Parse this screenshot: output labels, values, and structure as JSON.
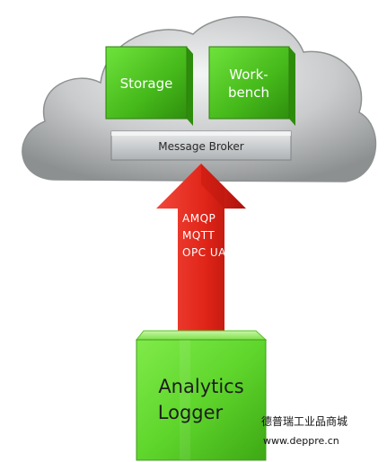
{
  "cloud": {
    "boxes": [
      {
        "id": "storage",
        "label": "Storage"
      },
      {
        "id": "workbench",
        "label_line1": "Work-",
        "label_line2": "bench"
      }
    ],
    "broker_label": "Message Broker"
  },
  "arrow": {
    "protocols": [
      "AMQP",
      "MQTT",
      "OPC UA"
    ]
  },
  "logger": {
    "label_line1": "Analytics",
    "label_line2": "Logger"
  },
  "watermark": {
    "title": "德普瑞工业品商城",
    "url": "www.deppre.cn"
  },
  "colors": {
    "green": "#4cc21c",
    "arrow_red": "#e02418",
    "cloud_gray": "#b9bcbe"
  }
}
